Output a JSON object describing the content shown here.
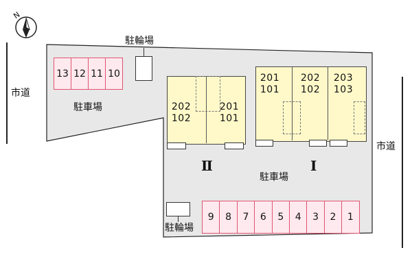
{
  "compass": {
    "north_label": "N"
  },
  "roads": {
    "left": "市道",
    "right": "市道"
  },
  "parking": {
    "upper_label": "駐車場",
    "main_label": "駐車場",
    "upper_stalls": [
      "13",
      "12",
      "11",
      "10"
    ],
    "lower_stalls": [
      "9",
      "8",
      "7",
      "6",
      "5",
      "4",
      "3",
      "2",
      "1"
    ]
  },
  "bicycle_parking": {
    "top_label": "駐輪場",
    "bottom_label": "駐輪場"
  },
  "building_ii": {
    "name": "Ⅱ",
    "units_left": [
      "202",
      "102"
    ],
    "units_right": [
      "201",
      "101"
    ]
  },
  "building_i": {
    "name": "Ⅰ",
    "units_a": [
      "201",
      "101"
    ],
    "units_b": [
      "202",
      "102"
    ],
    "units_c": [
      "203",
      "103"
    ]
  },
  "colors": {
    "building": "#fff9c9",
    "lot": "#e8e8e8",
    "stall_fill": "#fde9ee",
    "stall_border": "#e1546f"
  }
}
